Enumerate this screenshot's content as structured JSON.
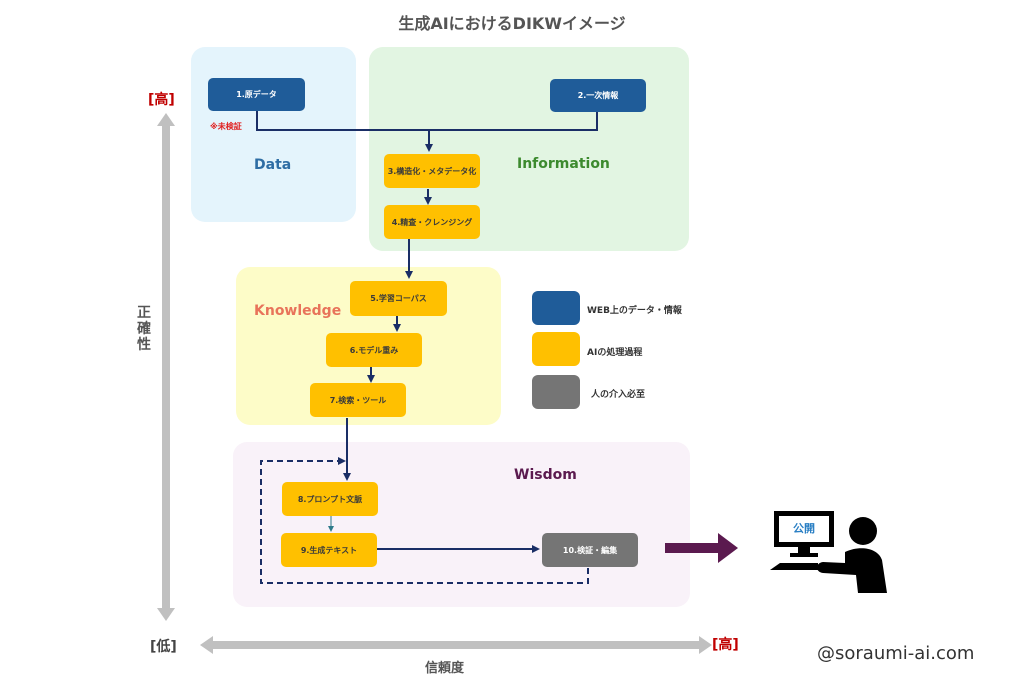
{
  "title": "生成AIにおけるDIKWイメージ",
  "colors": {
    "web": "#1f5c99",
    "ai": "#ffc000",
    "human": "#757575",
    "arrow": "#1a2e66",
    "publish_arrow": "#5b1a4f",
    "axis": "#c0c0c0",
    "high_mark": "#c00000"
  },
  "regions": {
    "data": {
      "label": "Data",
      "color": "#2e6da4",
      "bg": "#e4f4fc"
    },
    "information": {
      "label": "Information",
      "color": "#3c8a2e",
      "bg": "#e2f5e2"
    },
    "knowledge": {
      "label": "Knowledge",
      "color": "#e8735a",
      "bg": "#fdfcc8"
    },
    "wisdom": {
      "label": "Wisdom",
      "color": "#5b1a4f",
      "bg": "#f9f2f9"
    }
  },
  "nodes": [
    {
      "id": "1",
      "label": "1.原データ",
      "kind": "web"
    },
    {
      "id": "2",
      "label": "2.一次情報",
      "kind": "web"
    },
    {
      "id": "3",
      "label": "3.構造化・メタデータ化",
      "kind": "ai"
    },
    {
      "id": "4",
      "label": "4.精査・クレンジング",
      "kind": "ai"
    },
    {
      "id": "5",
      "label": "5.学習コーパス",
      "kind": "ai"
    },
    {
      "id": "6",
      "label": "6.モデル重み",
      "kind": "ai"
    },
    {
      "id": "7",
      "label": "7.検索・ツール",
      "kind": "ai"
    },
    {
      "id": "8",
      "label": "8.プロンプト文脈",
      "kind": "ai"
    },
    {
      "id": "9",
      "label": "9.生成テキスト",
      "kind": "ai"
    },
    {
      "id": "10",
      "label": "10.検証・編集",
      "kind": "human"
    }
  ],
  "note_unverified": "※未検証",
  "legend": [
    {
      "label": "WEB上のデータ・情報",
      "kind": "web"
    },
    {
      "label": "AIの処理過程",
      "kind": "ai"
    },
    {
      "label": "人の介入必至",
      "kind": "human"
    }
  ],
  "publish": {
    "screen_label": "公開"
  },
  "axes": {
    "y_label": "正確性",
    "y_high": "[高]",
    "x_label": "信頼度",
    "x_low": "[低]",
    "x_high": "[高]"
  },
  "watermark": "@soraumi-ai.com"
}
